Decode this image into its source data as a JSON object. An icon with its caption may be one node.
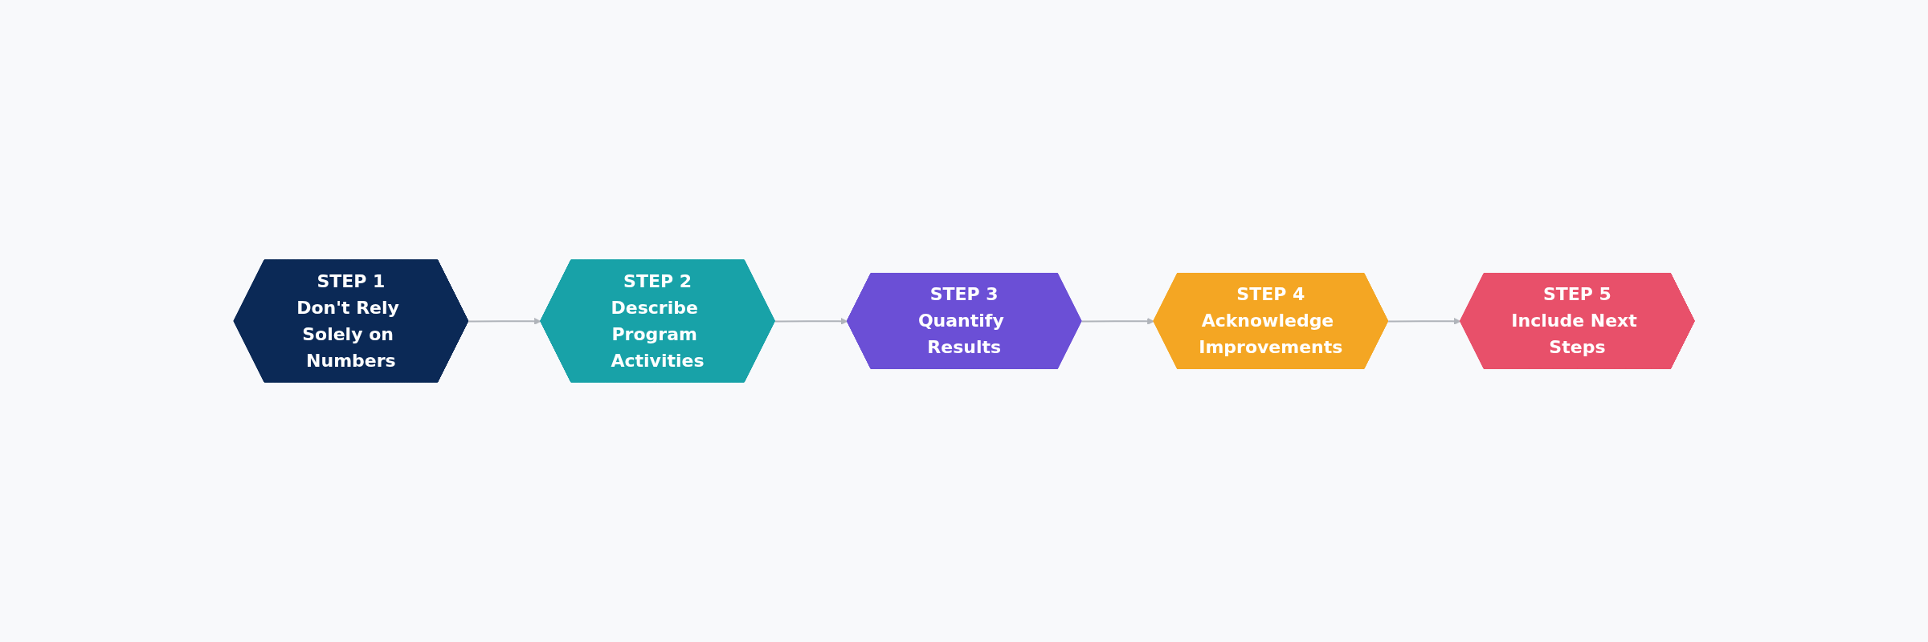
{
  "diagram": {
    "nodes": [
      {
        "text": [
          "STEP 1",
          "Don't Rely Solely on Numbers"
        ]
      },
      {
        "text": [
          "STEP 2",
          "Describe Program Activities"
        ]
      },
      {
        "text": [
          "STEP 3",
          "Quantify Results"
        ]
      },
      {
        "text": [
          "STEP 4",
          "Acknowledge Improvements"
        ]
      },
      {
        "text": [
          "STEP 5",
          "Include Next Steps"
        ]
      }
    ],
    "edges": [
      {
        "from": 0,
        "to": 1,
        "arrow": "to"
      },
      {
        "from": 1,
        "to": 2,
        "arrow": "to"
      },
      {
        "from": 2,
        "to": 3,
        "arrow": "to"
      },
      {
        "from": 3,
        "to": 4,
        "arrow": "to"
      }
    ]
  }
}
